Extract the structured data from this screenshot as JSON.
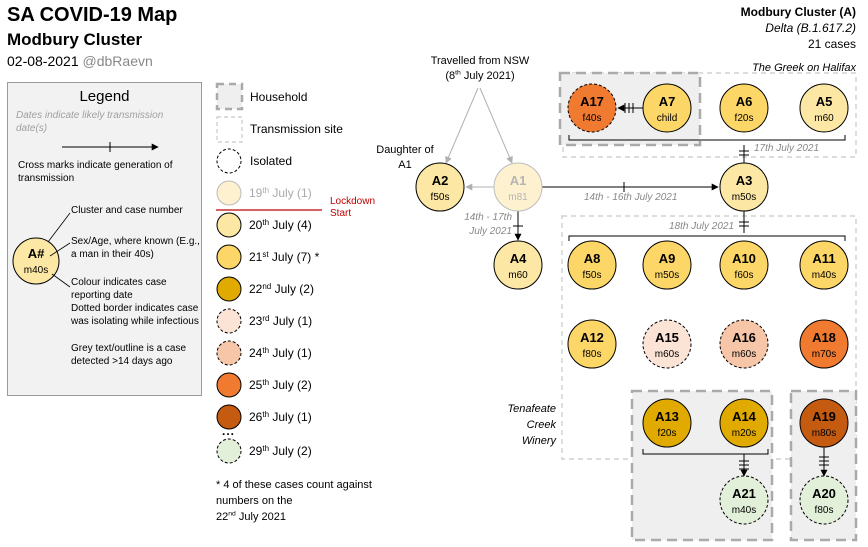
{
  "header": {
    "title": "SA COVID-19 Map",
    "subtitle": "Modbury Cluster",
    "date": "02-08-2021",
    "handle": "@dbRaevn"
  },
  "topright": {
    "cluster": "Modbury Cluster (A)",
    "variant": "Delta (B.1.617.2)",
    "cases": "21 cases"
  },
  "legend": {
    "title": "Legend",
    "dates_note": "Dates indicate likely transmission date(s)",
    "cross_note": "Cross marks indicate generation of transmission",
    "sample_id": "A#",
    "sample_sub": "m40s",
    "notes": [
      "Cluster and case number",
      "Sex/Age, where known (E.g., a man in their 40s)",
      "Colour indicates case reporting date",
      "Dotted border indicates case was isolating while infectious",
      "Grey text/outline is a case detected >14 days ago"
    ]
  },
  "key": {
    "household": "Household",
    "transmission_site": "Transmission site",
    "isolated": "Isolated",
    "dates": [
      {
        "day": "19",
        "suffix": "th",
        "rest": " July (1)",
        "color": "#fdf1cf",
        "dashed": false,
        "grey": true
      },
      {
        "day": "20",
        "suffix": "th",
        "rest": " July (4)",
        "color": "#fde7a4",
        "dashed": false,
        "grey": false
      },
      {
        "day": "21",
        "suffix": "st",
        "rest": " July (7) *",
        "color": "#fcd667",
        "dashed": false,
        "grey": false
      },
      {
        "day": "22",
        "suffix": "nd",
        "rest": " July (2)",
        "color": "#e0aa00",
        "dashed": false,
        "grey": false
      },
      {
        "day": "23",
        "suffix": "rd",
        "rest": " July (1)",
        "color": "#fbe3d6",
        "dashed": true,
        "grey": false
      },
      {
        "day": "24",
        "suffix": "th",
        "rest": " July (1)",
        "color": "#f7c6a8",
        "dashed": true,
        "grey": false
      },
      {
        "day": "25",
        "suffix": "th",
        "rest": " July (2)",
        "color": "#ef7a30",
        "dashed": false,
        "grey": false
      },
      {
        "day": "26",
        "suffix": "th",
        "rest": " July (1)",
        "color": "#c55a11",
        "dashed": false,
        "grey": false
      },
      {
        "day": "29",
        "suffix": "th",
        "rest": " July (2)",
        "color": "#e2f0d9",
        "dashed": true,
        "grey": false
      }
    ],
    "ellipsis": "...",
    "lockdown": "Lockdown Start",
    "footnote_a": "* 4 of these cases count against numbers on the",
    "footnote_b_day": "22",
    "footnote_b_suffix": "nd",
    "footnote_b_rest": " July 2021"
  },
  "labels": {
    "travelled_a": "Travelled from NSW",
    "travelled_b_pre": "(8",
    "travelled_b_sup": "th",
    "travelled_b_post": " July 2021)",
    "daughter_a": "Daughter of",
    "daughter_b": "A1",
    "greek": "The Greek on Halifax",
    "d17": "17th July 2021",
    "d1417": "14th - 17th",
    "d1417b": "July 2021",
    "d1416": "14th - 16th July 2021",
    "d18": "18th July 2021",
    "tenafeate_a": "Tenafeate",
    "tenafeate_b": "Creek",
    "tenafeate_c": "Winery"
  },
  "cases": [
    {
      "id": "A1",
      "sub": "m81",
      "color": "#fdf1cf",
      "dashed": false,
      "grey": true
    },
    {
      "id": "A2",
      "sub": "f50s",
      "color": "#fde7a4",
      "dashed": false,
      "grey": false
    },
    {
      "id": "A3",
      "sub": "m50s",
      "color": "#fde7a4",
      "dashed": false,
      "grey": false
    },
    {
      "id": "A4",
      "sub": "m60",
      "color": "#fde7a4",
      "dashed": false,
      "grey": false
    },
    {
      "id": "A5",
      "sub": "m60",
      "color": "#fde7a4",
      "dashed": false,
      "grey": false
    },
    {
      "id": "A6",
      "sub": "f20s",
      "color": "#fcd667",
      "dashed": false,
      "grey": false
    },
    {
      "id": "A7",
      "sub": "child",
      "color": "#fcd667",
      "dashed": false,
      "grey": false
    },
    {
      "id": "A8",
      "sub": "f50s",
      "color": "#fcd667",
      "dashed": false,
      "grey": false
    },
    {
      "id": "A9",
      "sub": "m50s",
      "color": "#fcd667",
      "dashed": false,
      "grey": false
    },
    {
      "id": "A10",
      "sub": "f60s",
      "color": "#fcd667",
      "dashed": false,
      "grey": false
    },
    {
      "id": "A11",
      "sub": "m40s",
      "color": "#fcd667",
      "dashed": false,
      "grey": false
    },
    {
      "id": "A12",
      "sub": "f80s",
      "color": "#fcd667",
      "dashed": false,
      "grey": false
    },
    {
      "id": "A13",
      "sub": "f20s",
      "color": "#e0aa00",
      "dashed": false,
      "grey": false
    },
    {
      "id": "A14",
      "sub": "m20s",
      "color": "#e0aa00",
      "dashed": false,
      "grey": false
    },
    {
      "id": "A15",
      "sub": "m60s",
      "color": "#fbe3d6",
      "dashed": true,
      "grey": false
    },
    {
      "id": "A16",
      "sub": "m60s",
      "color": "#f7c6a8",
      "dashed": true,
      "grey": false
    },
    {
      "id": "A17",
      "sub": "f40s",
      "color": "#ef7a30",
      "dashed": true,
      "grey": false
    },
    {
      "id": "A18",
      "sub": "m70s",
      "color": "#ef7a30",
      "dashed": false,
      "grey": false
    },
    {
      "id": "A19",
      "sub": "m80s",
      "color": "#c55a11",
      "dashed": false,
      "grey": false
    },
    {
      "id": "A20",
      "sub": "f80s",
      "color": "#e2f0d9",
      "dashed": true,
      "grey": false
    },
    {
      "id": "A21",
      "sub": "m40s",
      "color": "#e2f0d9",
      "dashed": true,
      "grey": false
    }
  ]
}
